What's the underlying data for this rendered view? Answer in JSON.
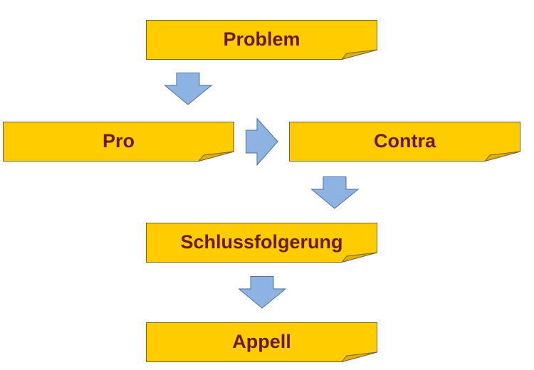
{
  "diagram": {
    "nodes": [
      {
        "id": "problem",
        "label": "Problem"
      },
      {
        "id": "pro",
        "label": "Pro"
      },
      {
        "id": "contra",
        "label": "Contra"
      },
      {
        "id": "conclusion",
        "label": "Schlussfolgerung"
      },
      {
        "id": "appeal",
        "label": "Appell"
      }
    ],
    "edges": [
      {
        "from": "problem",
        "to": "pro",
        "direction": "down"
      },
      {
        "from": "pro",
        "to": "contra",
        "direction": "right"
      },
      {
        "from": "contra",
        "to": "conclusion",
        "direction": "down"
      },
      {
        "from": "conclusion",
        "to": "appeal",
        "direction": "down"
      }
    ],
    "colors": {
      "box_fill": "#ffcc00",
      "box_border": "#7a6030",
      "text": "#6b1a0a",
      "arrow_fill": "#8db3e2",
      "arrow_stroke": "#4f6f9f"
    }
  }
}
